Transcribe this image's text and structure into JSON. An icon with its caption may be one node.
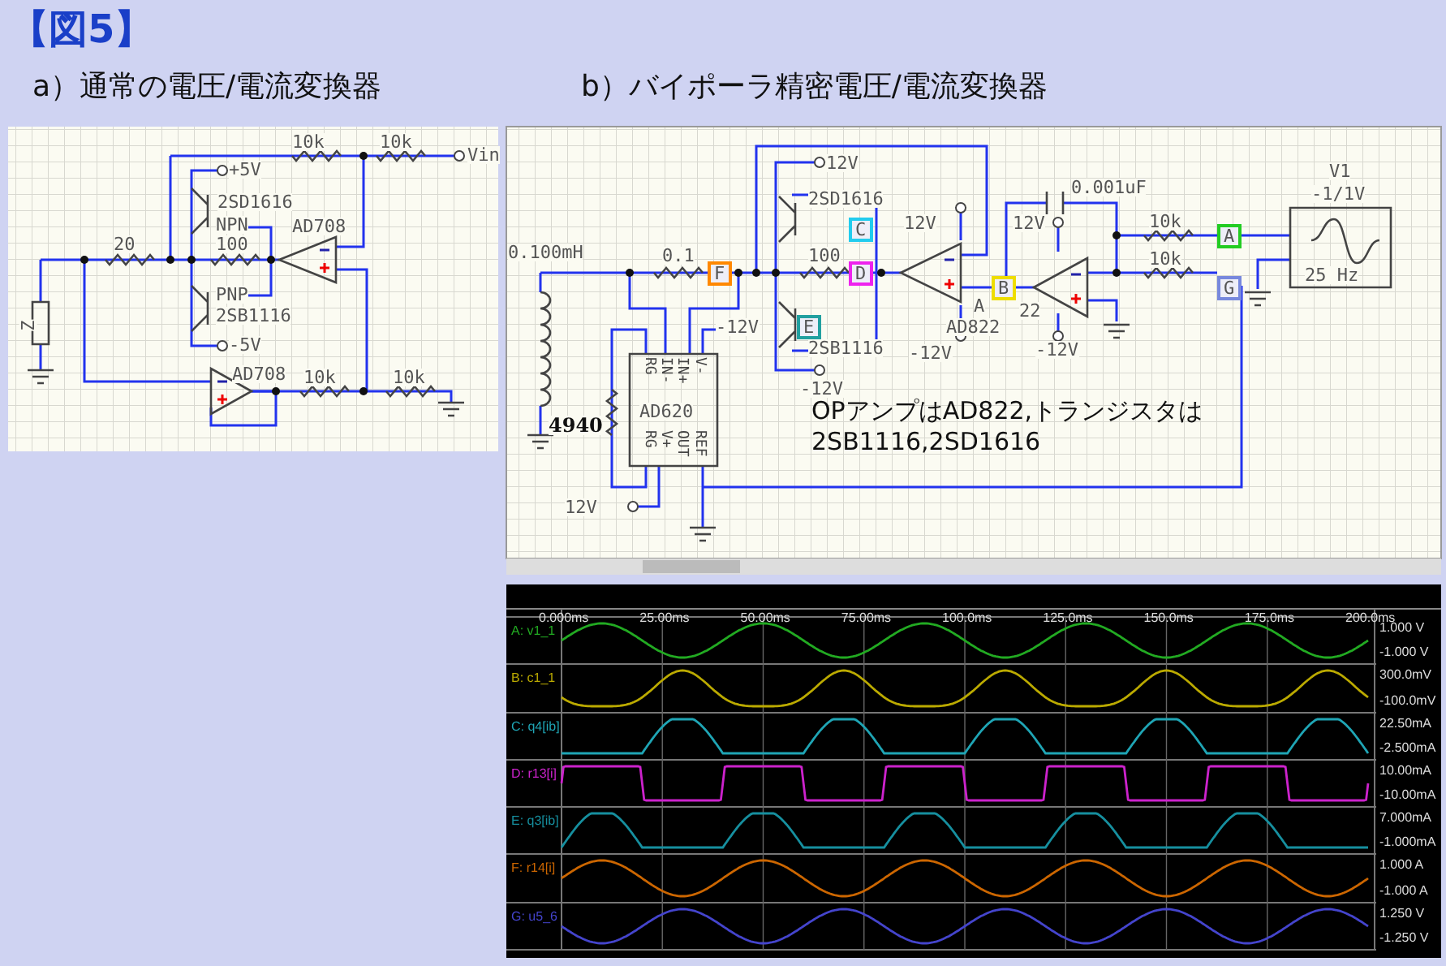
{
  "diagram": {
    "title": "【図5】",
    "labels": [
      "a）通常の電圧/電流変換器",
      "b）バイポーラ精密電圧/電流変換器",
      "10k",
      "10k",
      "Vin",
      "+5V",
      "2SD1616",
      "NPN",
      "AD708",
      "20",
      "100",
      "PNP",
      "2SB1116",
      "Z",
      "-5V",
      "AD708",
      "10k",
      "10k",
      "12V",
      "2SD1616",
      "C",
      "12V",
      "0.001uF",
      "V1",
      "-1/1V",
      "0.100mH",
      "0.1",
      "F",
      "100",
      "D",
      "12V",
      "10k",
      "A",
      "10k",
      "B",
      "G",
      "25 Hz",
      "A",
      "22",
      "-12V",
      "E",
      "AD822",
      "2SB1116",
      "-12V",
      "-12V",
      "-12V",
      "RG",
      "IN-",
      "IN+",
      "V-",
      "4940",
      "AD620",
      "RG",
      "V+",
      "OUT",
      "REF",
      "OPアンプはAD822,トランジスタは2SB1116,2SD1616",
      "12V",
      "0.000ms",
      "25.00ms",
      "50.00ms",
      "75.00ms",
      "100.0ms",
      "125.0ms",
      "150.0ms",
      "175.0ms",
      "200.0ms",
      "A: v1_1",
      "B: c1_1",
      "C: q4[ib]",
      "D: r13[i]",
      "E: q3[ib]",
      "F: r14[i]",
      "G: u5_6",
      "1.000 V",
      "-1.000 V",
      "300.0mV",
      "-100.0mV",
      "22.50mA",
      "-2.500mA",
      "10.00mA",
      "-10.00mA",
      "7.000mA",
      "-1.000mA",
      "1.000 A",
      "-1.000 A",
      "1.250 V",
      "-1.250 V"
    ]
  }
}
